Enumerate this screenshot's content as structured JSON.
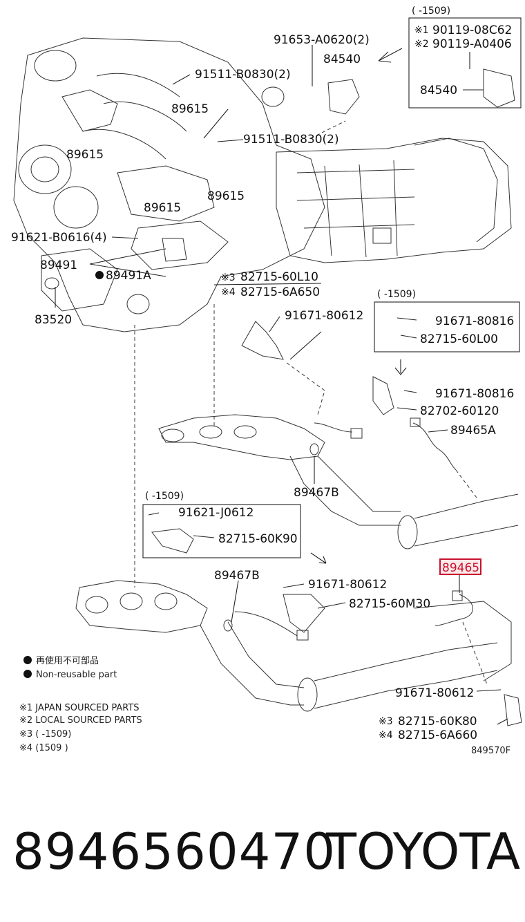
{
  "diagram": {
    "top_box": {
      "range": "(      -1509)",
      "rows": [
        {
          "mark": "※1",
          "part": "90119-08C62"
        },
        {
          "mark": "※2",
          "part": "90119-A0406"
        }
      ],
      "part": "84540"
    },
    "labels": {
      "p91653": "91653-A0620(2)",
      "p84540": "84540",
      "p91511a": "91511-B0830(2)",
      "p89615a": "89615",
      "p91511b": "91511-B0830(2)",
      "p89615b": "89615",
      "p89615c": "89615",
      "p89615d": "89615",
      "p91621": "91621-B0616(4)",
      "p89491": "89491",
      "p89491A": "89491A",
      "p83520": "83520",
      "p82715_60L10": "82715-60L10",
      "p82715_6A650": "82715-6A650",
      "m3a": "※3",
      "m4a": "※4",
      "p91671_80612a": "91671-80612",
      "p91671_80816b": "91671-80816",
      "p82702": "82702-60120",
      "p89465A": "89465A",
      "p89467Ba": "89467B",
      "p89467Bb": "89467B",
      "p91671_80612b": "91671-80612",
      "p82715_60M30": "82715-60M30",
      "p89465": "89465",
      "p91671_80612c": "91671-80612",
      "p82715_60K80": "82715-60K80",
      "p82715_6A660": "82715-6A660",
      "m3b": "※3",
      "m4b": "※4",
      "diagram_code": "849570F"
    },
    "right_box": {
      "range": "(      -1509)",
      "rows": [
        {
          "part": "91671-80816"
        },
        {
          "part": "82715-60L00"
        }
      ]
    },
    "left_box": {
      "range": "(      -1509)",
      "rows": [
        {
          "part": "91621-J0612"
        },
        {
          "part": "82715-60K90"
        }
      ]
    },
    "legend": [
      {
        "text": "再使用不可部品"
      },
      {
        "text": "Non-reusable part"
      }
    ],
    "notes": [
      "※1 JAPAN SOURCED PARTS",
      "※2 LOCAL SOURCED PARTS",
      "※3 (      -1509)",
      "※4 (1509      )"
    ]
  },
  "footer": {
    "part_number": "8946560470",
    "brand": "TOYOTA"
  },
  "colors": {
    "line": "#222222",
    "highlight": "#c8102e"
  }
}
